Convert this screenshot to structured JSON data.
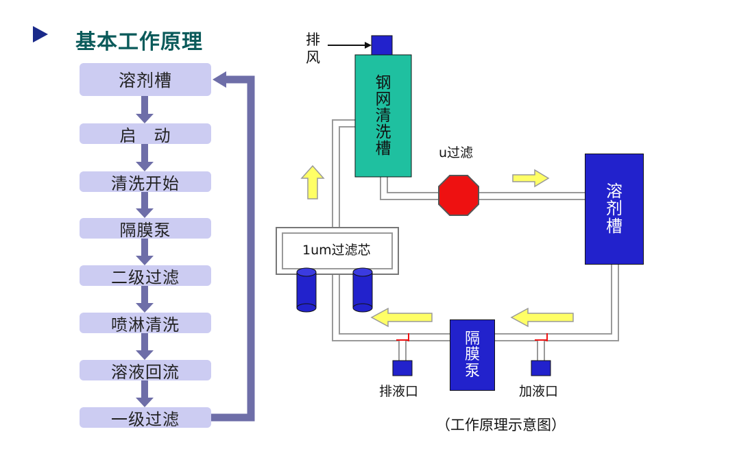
{
  "title": "基本工作原理",
  "flow_steps": [
    "溶剂槽",
    "启　动",
    "清洗开始",
    "隔膜泵",
    "二级过滤",
    "喷淋清洗",
    "溶液回流",
    "一级过滤"
  ],
  "diagram": {
    "exhaust_label_line1": "排",
    "exhaust_label_line2": "风",
    "stencil_tank_lines": [
      "钢",
      "网",
      "清",
      "洗",
      "槽"
    ],
    "u_filter": "u过滤",
    "solvent_tank_lines": [
      "溶",
      "剂",
      "槽"
    ],
    "filter_core": "1um过滤芯",
    "pump_lines": [
      "隔",
      "膜",
      "泵"
    ],
    "drain_port": "排液口",
    "fill_port": "加液口",
    "caption": "（工作原理示意图）"
  },
  "colors": {
    "step_fill": "#ccccf2",
    "flow_arrow": "#6e6ea8",
    "tank_green": "#1fc0a0",
    "tank_blue": "#2222cc",
    "stop_red": "#ee1111",
    "yellow_arrow": "#ffff66"
  }
}
